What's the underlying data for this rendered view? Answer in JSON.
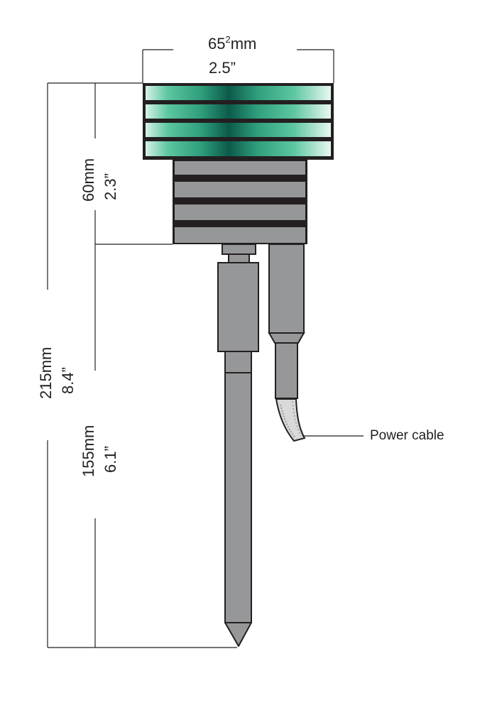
{
  "dimensions": {
    "width": {
      "metric_number": "65",
      "metric_superscript": "2",
      "metric_unit": "mm",
      "imperial": "2.5”"
    },
    "head_height": {
      "metric": "60mm",
      "imperial": "2.3”"
    },
    "overall_length": {
      "metric": "215mm",
      "imperial": "8.4”"
    },
    "probe_length": {
      "metric": "155mm",
      "imperial": "6.1”"
    }
  },
  "callouts": {
    "power_cable": "Power cable"
  },
  "colors": {
    "fin_dark_green": "#0b5a4a",
    "fin_mid_green": "#2fa27d",
    "fin_light_green": "#bfe9d6",
    "metal_grey": "#969799",
    "metal_dark_grey": "#7d7e80",
    "line_black": "#231f20"
  }
}
